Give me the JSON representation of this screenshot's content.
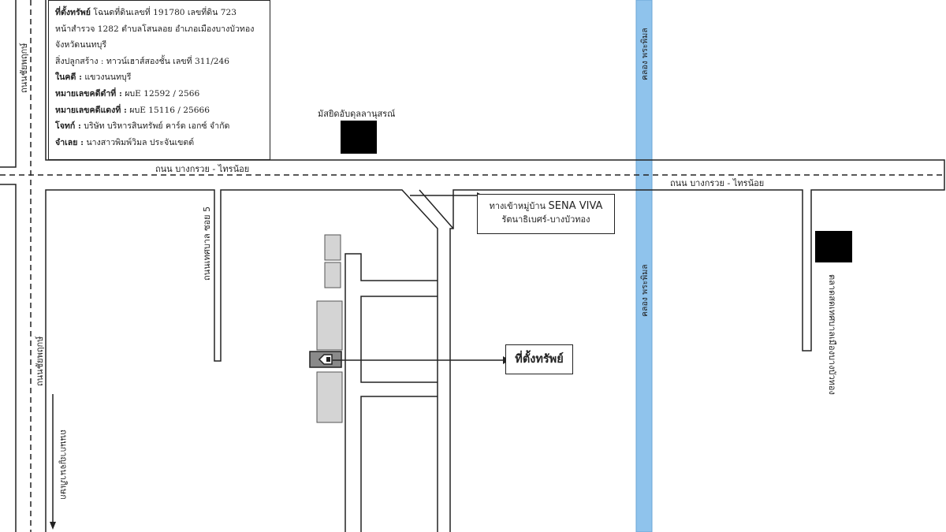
{
  "info_box": {
    "lines": [
      {
        "label": "ที่ตั้งทรัพย์",
        "value": " โฉนดที่ดินเลขที่ 191780 เลขที่ดิน 723"
      },
      {
        "label": "",
        "value": "หน้าสำรวจ 1282 ตำบลโสนลอย อำเภอเมืองบางบัวทอง"
      },
      {
        "label": "",
        "value": "จังหวัดนนทบุรี"
      },
      {
        "label": "",
        "value": "สิ่งปลูกสร้าง : ทาวน์เฮาส์สองชั้น เลขที่ 311/246"
      },
      {
        "label": "ในคดี :",
        "value": " แขวงนนทบุรี"
      },
      {
        "label": "หมายเลขคดีดำที่ :",
        "value": " ผบE 12592 / 2566"
      },
      {
        "label": "หมายเลขคดีแดงที่ :",
        "value": " ผบE 15116 / 25666"
      },
      {
        "label": "โจทก์ :",
        "value": " บริษัท บริหารสินทรัพย์ คาร์ด เอกซ์ จำกัด"
      },
      {
        "label": "จำเลย :",
        "value": " นางสาวพิมพ์วิมล ประจันเขตต์"
      }
    ]
  },
  "labels": {
    "road_left_top": "ถนนชัยพฤกษ์",
    "road_left_bottom": "ถนนชัยพฤกษ์",
    "road_main_left": "ถนน บางกรวย - ไทรน้อย",
    "road_main_right": "ถนน บางกรวย - ไทรน้อย",
    "road_soi5": "ถนนเทศบาล ซอย 5",
    "canal_top": "คลอง พระพิมล",
    "canal_mid": "คลอง พระพิมล",
    "mosque": "มัสยิดอับดุลลานุสรณ์",
    "market": "ตลาดสดเทศบาลเมืองบางบัวทอง",
    "direction_rattanathibet": "ถนนกาญจนาภิเษก"
  },
  "sena_viva": {
    "line1_prefix": "ทางเข้าหมู่บ้าน ",
    "line1_name": "SENA VIVA",
    "line2": "รัตนาธิเบศร์-บางบัวทอง"
  },
  "property_label": "ที่ตั้งทรัพย์",
  "colors": {
    "canal": "#8fc3ec",
    "building": "#d4d4d4",
    "landmark": "#000000",
    "property": "#8a8a8a"
  }
}
